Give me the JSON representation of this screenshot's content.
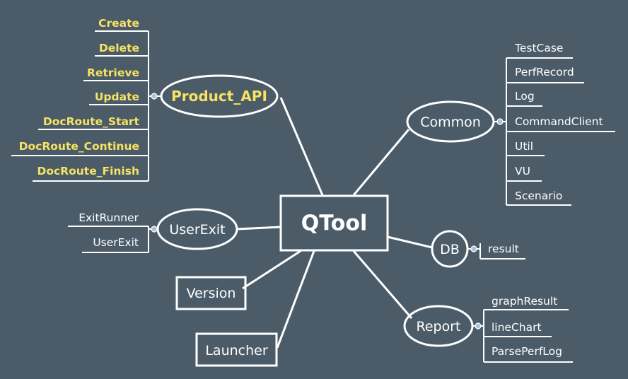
{
  "root": {
    "label": "QTool"
  },
  "branches": {
    "product_api": {
      "label": "Product_API",
      "children": [
        "Create",
        "Delete",
        "Retrieve",
        "Update",
        "DocRoute_Start",
        "DocRoute_Continue",
        "DocRoute_Finish"
      ]
    },
    "common": {
      "label": "Common",
      "children": [
        "TestCase",
        "PerfRecord",
        "Log",
        "CommandClient",
        "Util",
        "VU",
        "Scenario"
      ]
    },
    "userexit": {
      "label": "UserExit",
      "children": [
        "ExitRunner",
        "UserExit"
      ]
    },
    "db": {
      "label": "DB",
      "children": [
        "result"
      ]
    },
    "version": {
      "label": "Version"
    },
    "launcher": {
      "label": "Launcher"
    },
    "report": {
      "label": "Report",
      "children": [
        "graphResult",
        "lineChart",
        "ParsePerfLog"
      ]
    }
  },
  "colors": {
    "background": "#4b5c68",
    "line": "#ffffff",
    "highlight_text": "#f6e264",
    "connector": "#a9c4dd"
  }
}
